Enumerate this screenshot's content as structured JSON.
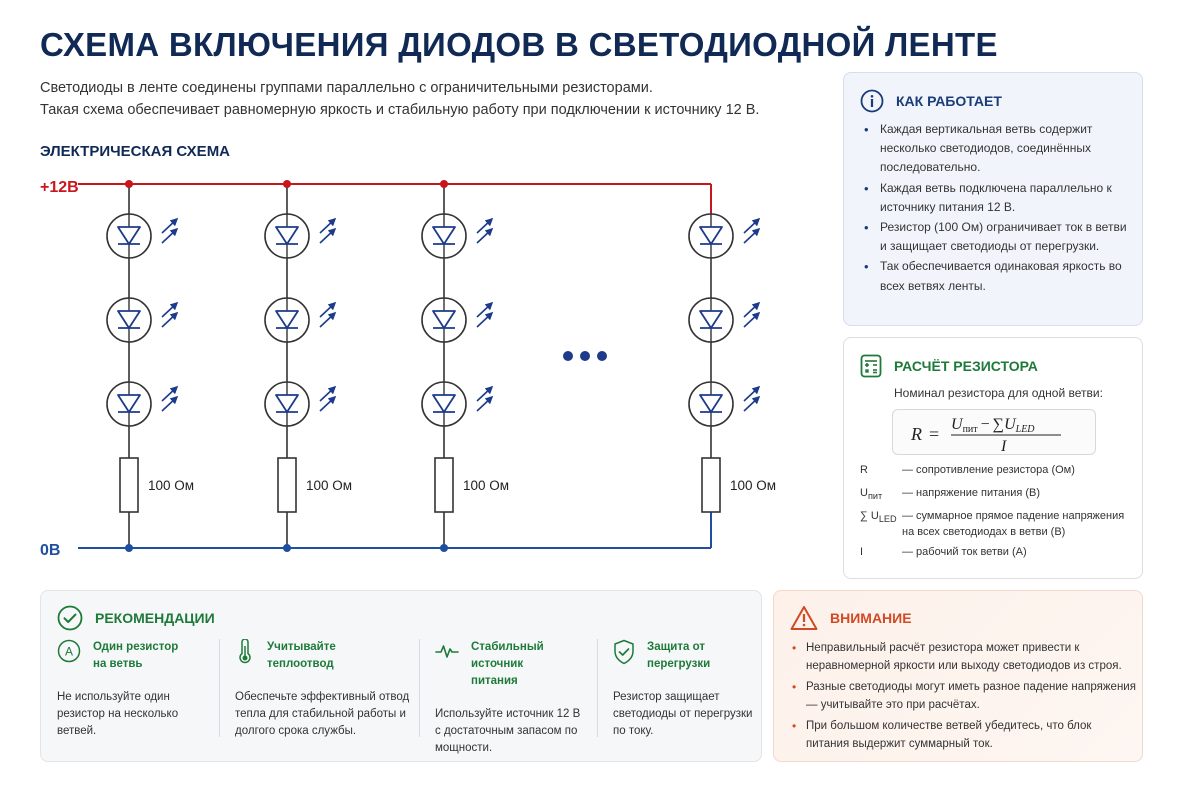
{
  "title": "СХЕМА ВКЛЮЧЕНИЯ ДИОДОВ В СВЕТОДИОДНОЙ ЛЕНТЕ",
  "intro": [
    "Светодиоды в ленте соединены группами параллельно с ограничительными резисторами.",
    "Такая схема обеспечивает равномерную яркость и стабильную работу при подключении к источнику 12 В."
  ],
  "schematic": {
    "section_title": "ЭЛЕКТРИЧЕСКАЯ СХЕМА",
    "rail_positive": "+12В",
    "rail_ground": "0В",
    "resistor_label": "100 Ом",
    "branch_count_shown": 4,
    "leds_per_branch": 3,
    "ellipsis": "•••",
    "colors": {
      "positive": "#c8161d",
      "ground": "#1f4fa0",
      "component": "#1c3b8a",
      "wire": "#333333"
    }
  },
  "how": {
    "title": "КАК РАБОТАЕТ",
    "icon": "info-icon",
    "items": [
      "Каждая вертикальная ветвь содержит несколько светодиодов, соединённых последовательно.",
      "Каждая ветвь подключена параллельно к источнику питания 12 В.",
      "Резистор (100 Ом) ограничивает ток в ветви и защищает светодиоды от перегрузки.",
      "Так обеспечивается одинаковая яркость во всех ветвях ленты."
    ]
  },
  "calc": {
    "title": "РАСЧЁТ РЕЗИСТОРА",
    "icon": "calculator-icon",
    "subtitle": "Номинал резистора для одной ветви:",
    "formula": {
      "lhs": "R",
      "eq": "=",
      "num_a": "U",
      "num_a_sub": "пит",
      "minus": "−",
      "sum": "∑",
      "num_b": "U",
      "num_b_sub": "LED",
      "den": "I"
    },
    "legend": [
      {
        "sym": "R",
        "sub": "",
        "desc": "— сопротивление резистора (Ом)"
      },
      {
        "sym": "U",
        "sub": "пит",
        "desc": "— напряжение питания (В)"
      },
      {
        "sym": "∑ U",
        "sub": "LED",
        "desc": "— суммарное прямое падение напряжения на всех светодиодах в ветви (В)"
      },
      {
        "sym": "I",
        "sub": "",
        "desc": "— рабочий ток ветви (А)"
      }
    ]
  },
  "recommendations": {
    "title": "РЕКОМЕНДАЦИИ",
    "icon": "check-circle-icon",
    "items": [
      {
        "icon": "letter-a-icon",
        "title": "Один резистор на ветвь",
        "text": "Не используйте один резистор на несколько ветвей."
      },
      {
        "icon": "thermometer-icon",
        "title": "Учитывайте теплоотвод",
        "text": "Обеспечьте эффективный отвод тепла для стабильной работы и долгого срока службы."
      },
      {
        "icon": "pulse-icon",
        "title": "Стабильный источник питания",
        "text": "Используйте источник 12 В с достаточным запасом по мощности."
      },
      {
        "icon": "shield-check-icon",
        "title": "Защита от перегрузки",
        "text": "Резистор защищает светодиоды от перегрузки по току."
      }
    ]
  },
  "warning": {
    "title": "ВНИМАНИЕ",
    "icon": "warning-triangle-icon",
    "items": [
      "Неправильный расчёт резистора может привести к неравномерной яркости или выходу светодиодов из строя.",
      "Разные светодиоды могут иметь разное падение напряжения — учитывайте это при расчётах.",
      "При большом количестве ветвей убедитесь, что блок питания выдержит суммарный ток."
    ]
  }
}
